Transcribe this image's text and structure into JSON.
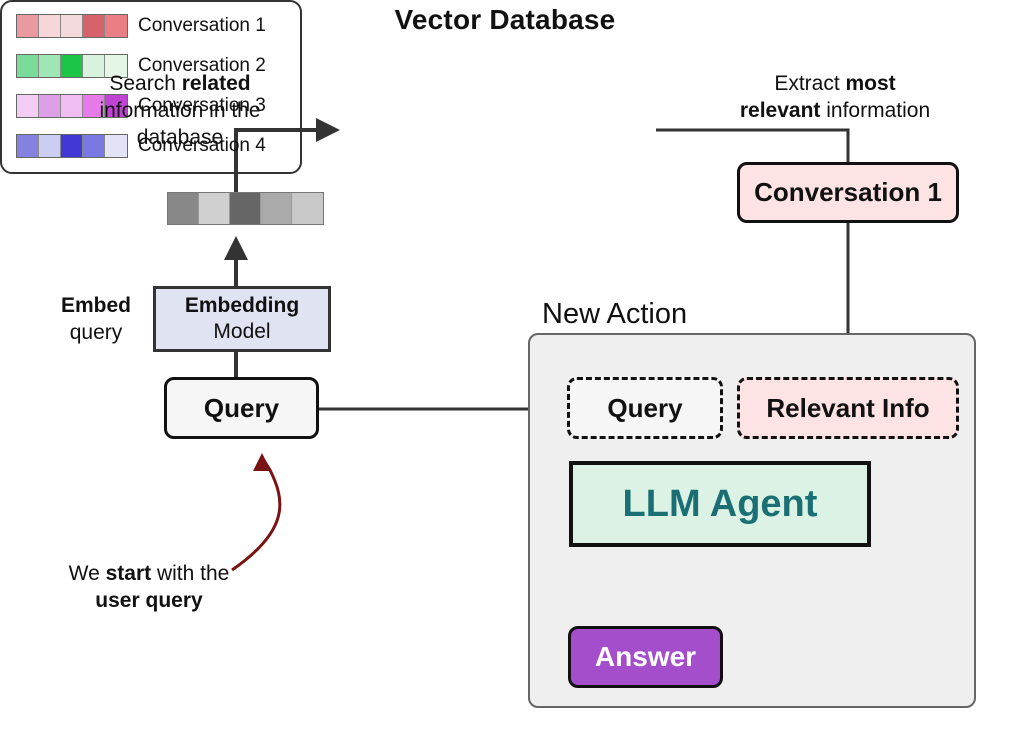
{
  "title": "Vector Database",
  "colors": {
    "embedding_model_fill": "#dfe3f2",
    "relevant_fill": "#fde3e3",
    "llm_fill": "#dcf2e4",
    "llm_text": "#196f74",
    "answer_fill": "#a44ecb",
    "start_arrow": "#7a1414"
  },
  "conversations": [
    {
      "label": "Conversation 1",
      "cells": [
        "#e89a9f",
        "#f6d6d8",
        "#f2dada",
        "#d7626b",
        "#ea7e85"
      ]
    },
    {
      "label": "Conversation 2",
      "cells": [
        "#7adc98",
        "#9ee6b3",
        "#1cc546",
        "#d7f3de",
        "#e4f7e7"
      ]
    },
    {
      "label": "Conversation 3",
      "cells": [
        "#f4cdf4",
        "#dda0e6",
        "#efbdf1",
        "#e67ae8",
        "#bf44d4"
      ]
    },
    {
      "label": "Conversation 4",
      "cells": [
        "#8481df",
        "#cccdf3",
        "#4139d6",
        "#7a78e2",
        "#e3e3f7"
      ]
    }
  ],
  "query_embedding": [
    "#888888",
    "#d0d0d0",
    "#666666",
    "#aaaaaa",
    "#c8c8c8"
  ],
  "notes": {
    "search": {
      "pre": "Search ",
      "bold": "related",
      "rest_line2": "information in the",
      "rest_line3": "database"
    },
    "extract": {
      "pre": "Extract ",
      "bold1": "most",
      "bold2": "relevant",
      "post": " information"
    },
    "embed": {
      "bold": "Embed",
      "rest": "query"
    },
    "start": {
      "pre": "We ",
      "bold1": "start",
      "mid": " with the",
      "bold2": "user query"
    }
  },
  "embedding_model": {
    "line1": "Embedding",
    "line2": "Model"
  },
  "query": "Query",
  "retrieved": "Conversation 1",
  "new_action": {
    "title": "New Action",
    "query": "Query",
    "relevant": "Relevant Info",
    "agent": "LLM Agent",
    "answer": "Answer"
  }
}
